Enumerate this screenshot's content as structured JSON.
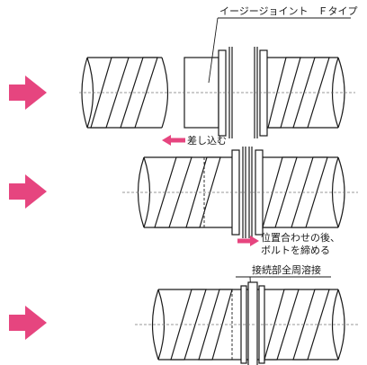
{
  "labels": {
    "joint_type": "イージージョイント　Ｆタイプ",
    "insert": "差し込む",
    "align_line1": "位置合わせの後、",
    "align_line2": "ボルトを締める",
    "weld": "接続部全周溶接"
  },
  "colors": {
    "arrow": "#e6457f",
    "line": "#1a1a1a",
    "centerline": "#777777"
  }
}
